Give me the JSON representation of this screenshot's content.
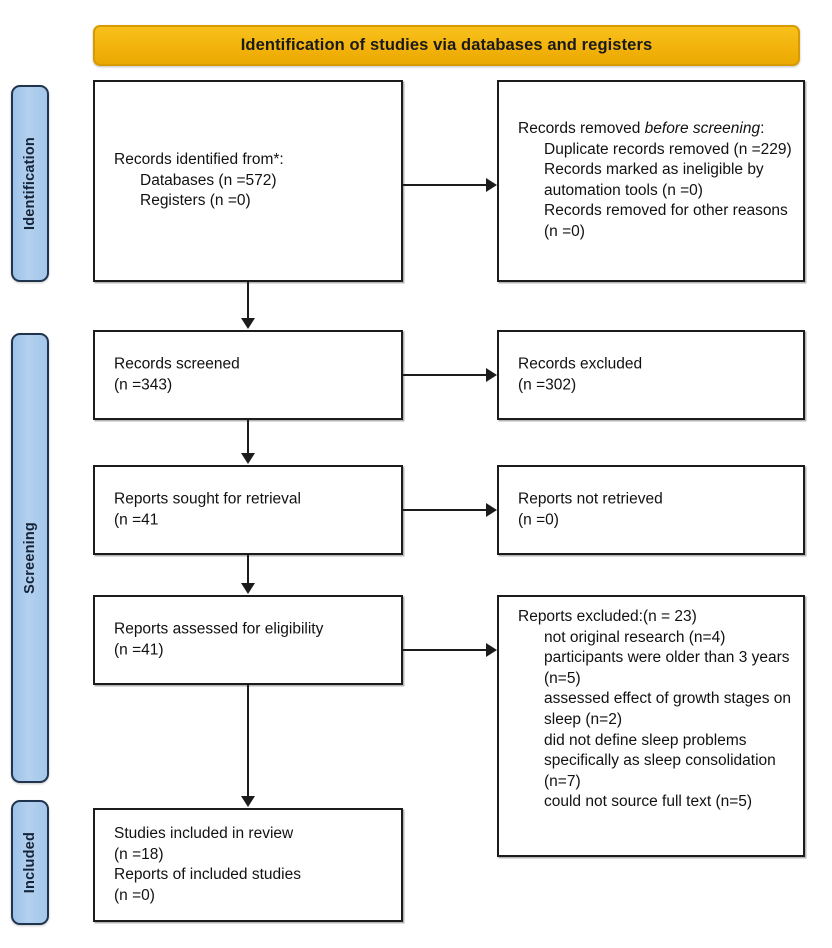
{
  "header": {
    "title": "Identification of studies via databases and registers"
  },
  "stages": [
    {
      "id": "identification",
      "label": "Identification"
    },
    {
      "id": "screening",
      "label": "Screening"
    },
    {
      "id": "included",
      "label": "Included"
    }
  ],
  "boxes": {
    "identified": {
      "title": "Records identified from*:",
      "item1": "Databases (n =572)",
      "item2": "Registers (n =0)"
    },
    "removed": {
      "title_a": "Records removed ",
      "title_b": "before screening",
      "title_c": ":",
      "item1": "Duplicate records removed (n =229)",
      "item2": "Records marked as ineligible by automation tools (n =0)",
      "item3": "Records removed for other reasons (n =0)"
    },
    "screened": {
      "line1": "Records screened",
      "line2": "(n =343)"
    },
    "excluded_records": {
      "line1": "Records excluded",
      "line2": "(n =302)"
    },
    "sought": {
      "line1": "Reports sought for retrieval",
      "line2": "(n =41"
    },
    "not_retrieved": {
      "line1": "Reports not retrieved",
      "line2": "(n =0)"
    },
    "assessed": {
      "line1": "Reports assessed for eligibility",
      "line2": "(n =41)"
    },
    "excluded_reports": {
      "title": "Reports excluded:(n = 23)",
      "reason1": "not original research (n=4)",
      "reason2": "participants were older than 3 years (n=5)",
      "reason3": "assessed effect of growth stages on sleep (n=2)",
      "reason4": "did not define sleep problems specifically as sleep consolidation (n=7)",
      "reason5": "could not source full text (n=5)"
    },
    "included": {
      "line1": "Studies included in review",
      "line2": "(n =18)",
      "line3": "Reports of included studies",
      "line4": "(n =0)"
    }
  },
  "colors": {
    "header_fill": "#f5b914",
    "header_border": "#d79b00",
    "stage_fill": "#a9c9ea",
    "stage_border": "#20344d",
    "box_border": "#1c1c1c",
    "text": "#111111"
  }
}
